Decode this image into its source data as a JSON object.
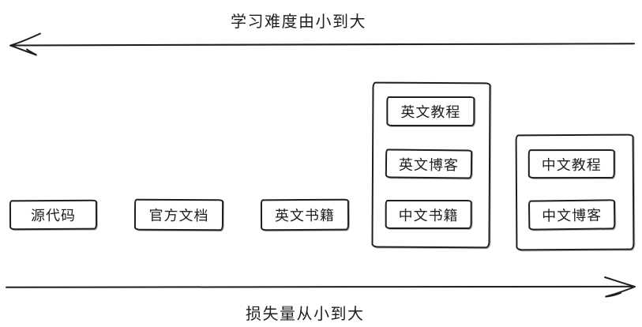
{
  "colors": {
    "ink": "#1e1e1e",
    "background": "#ffffff"
  },
  "top_axis": {
    "label": "学习难度由小到大",
    "direction": "left"
  },
  "bottom_axis": {
    "label": "损失量从小到大",
    "direction": "right"
  },
  "boxes": [
    {
      "label": "源代码"
    },
    {
      "label": "官方文档"
    },
    {
      "label": "英文书籍"
    }
  ],
  "groups": [
    {
      "items": [
        {
          "label": "英文教程"
        },
        {
          "label": "英文博客"
        },
        {
          "label": "中文书籍"
        }
      ]
    },
    {
      "items": [
        {
          "label": "中文教程"
        },
        {
          "label": "中文博客"
        }
      ]
    }
  ]
}
